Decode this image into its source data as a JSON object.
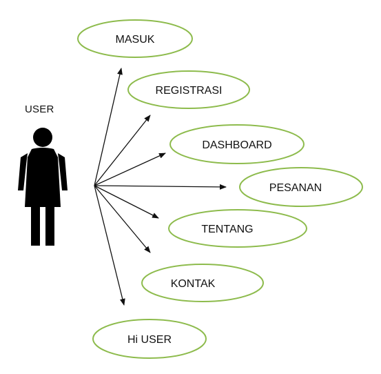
{
  "actor": {
    "label": "USER",
    "icon": "female-user-icon"
  },
  "use_cases": [
    {
      "id": "masuk",
      "label": "MASUK"
    },
    {
      "id": "registrasi",
      "label": "REGISTRASI"
    },
    {
      "id": "dashboard",
      "label": "DASHBOARD"
    },
    {
      "id": "pesanan",
      "label": "PESANAN"
    },
    {
      "id": "tentang",
      "label": "TENTANG"
    },
    {
      "id": "kontak",
      "label": "KONTAK"
    },
    {
      "id": "hi-user",
      "label": "Hi USER"
    }
  ],
  "colors": {
    "ellipse_stroke": "#8dbb4c",
    "arrow": "#111111",
    "actor_fill": "#000000"
  }
}
